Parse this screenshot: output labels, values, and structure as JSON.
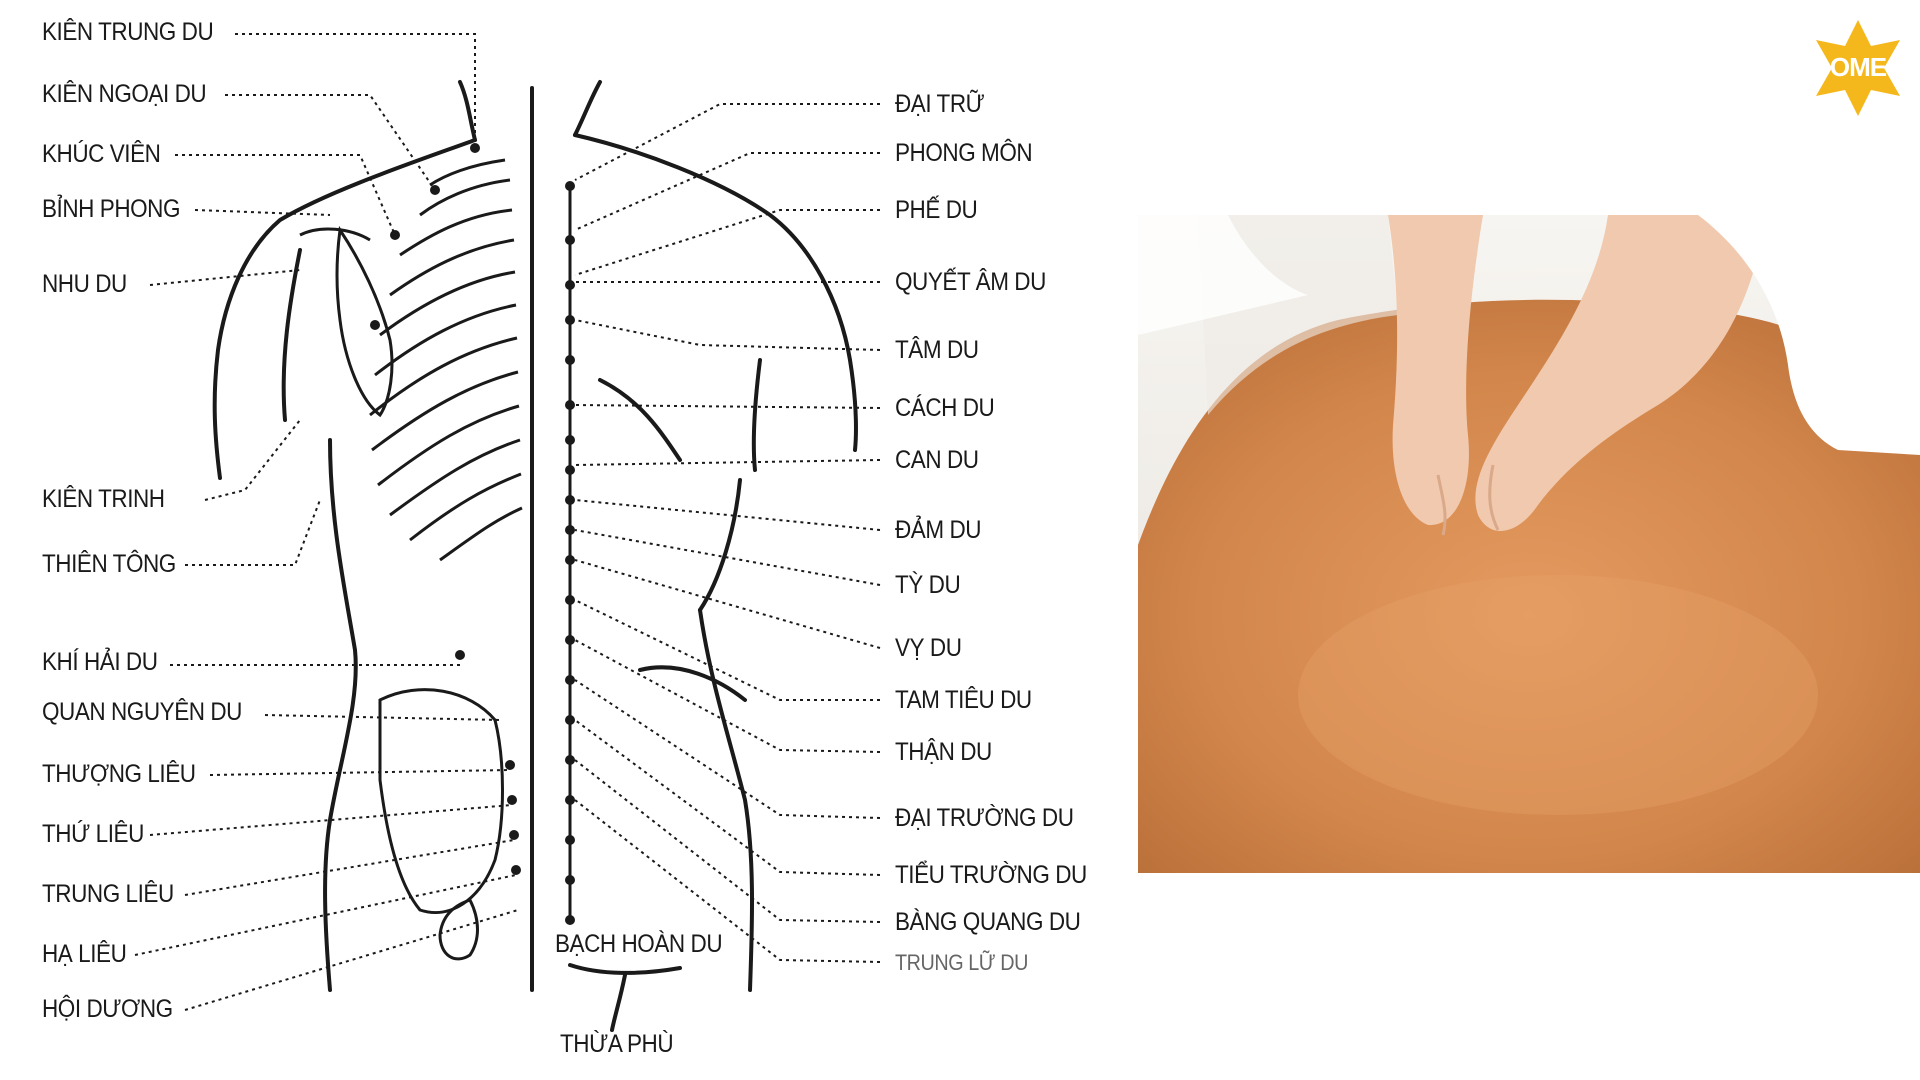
{
  "left_labels": [
    {
      "key": "kien_trung_du",
      "text": "KIÊN TRUNG DU"
    },
    {
      "key": "kien_ngoai_du",
      "text": "KIÊN NGOẠI DU"
    },
    {
      "key": "khuc_vien",
      "text": "KHÚC VIÊN"
    },
    {
      "key": "binh_phong",
      "text": "BỈNH PHONG"
    },
    {
      "key": "nhu_du",
      "text": "NHU DU"
    },
    {
      "key": "kien_trinh",
      "text": "KIÊN TRINH"
    },
    {
      "key": "thien_tong",
      "text": "THIÊN TÔNG"
    },
    {
      "key": "khi_hai_du",
      "text": "KHÍ HẢI DU"
    },
    {
      "key": "quan_nguyen_du",
      "text": "QUAN NGUYÊN DU"
    },
    {
      "key": "thuong_lieu",
      "text": "THƯỢNG LIÊU"
    },
    {
      "key": "thu_lieu",
      "text": "THỨ LIÊU"
    },
    {
      "key": "trung_lieu",
      "text": "TRUNG LIÊU"
    },
    {
      "key": "ha_lieu",
      "text": "HẠ LIÊU"
    },
    {
      "key": "hoi_duong",
      "text": "HỘI DƯƠNG"
    }
  ],
  "right_labels": [
    {
      "key": "dai_tru",
      "text": "ĐẠI TRỮ"
    },
    {
      "key": "phong_mon",
      "text": "PHONG MÔN"
    },
    {
      "key": "phe_du",
      "text": "PHẾ DU"
    },
    {
      "key": "quyet_am_du",
      "text": "QUYẾT ÂM DU"
    },
    {
      "key": "tam_du",
      "text": "TÂM DU"
    },
    {
      "key": "cach_du",
      "text": "CÁCH DU"
    },
    {
      "key": "can_du",
      "text": "CAN DU"
    },
    {
      "key": "dam_du",
      "text": "ĐẢM DU"
    },
    {
      "key": "ty_du",
      "text": "TỲ DU"
    },
    {
      "key": "vy_du",
      "text": "VỴ DU"
    },
    {
      "key": "tam_tieu_du",
      "text": "TAM TIÊU DU"
    },
    {
      "key": "than_du",
      "text": "THẬN DU"
    },
    {
      "key": "dai_truong_du",
      "text": "ĐẠI TRƯỜNG DU"
    },
    {
      "key": "tieu_truong_du",
      "text": "TIỂU TRƯỜNG DU"
    },
    {
      "key": "bang_quang_du",
      "text": "BÀNG QUANG DU"
    },
    {
      "key": "trung_lu_du",
      "text": "TRUNG LỮ DU"
    }
  ],
  "bottom_labels": {
    "bach_hoan_du": "BẠCH HOÀN DU",
    "thua_phu": "THỪA PHÙ"
  },
  "logo": {
    "text": "OME",
    "star_color": "#f4b81c"
  },
  "colors": {
    "line": "#1a1a1a",
    "skin": "#d98f55",
    "hand": "#f0c9ae",
    "sheet": "#f4f2ee"
  }
}
